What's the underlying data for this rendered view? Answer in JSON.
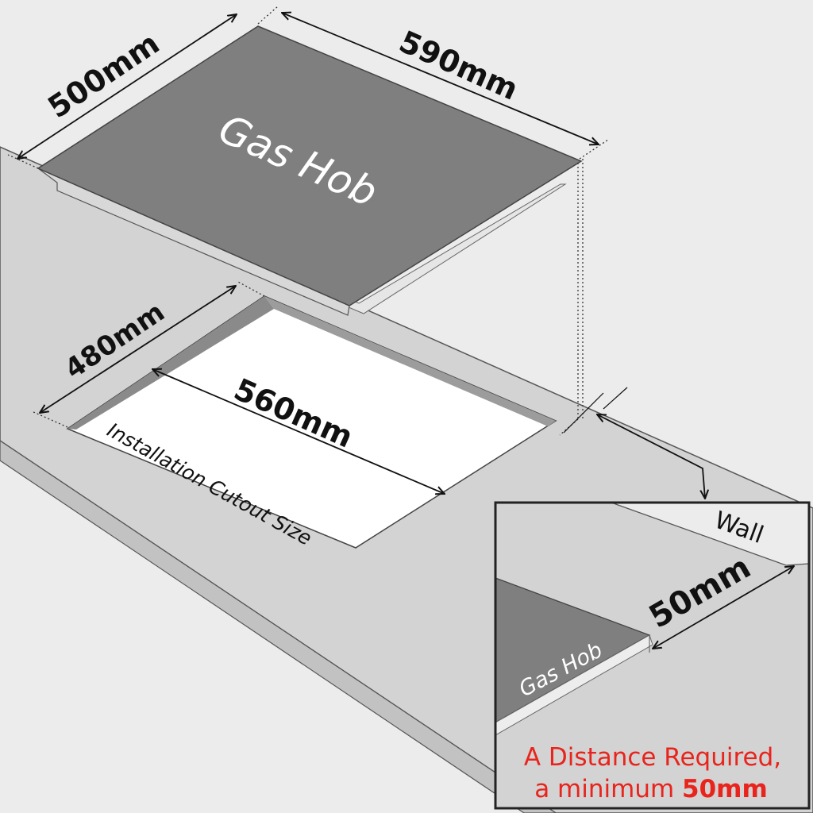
{
  "hob": {
    "label": "Gas Hob",
    "depth_label": "500mm",
    "width_label": "590mm",
    "color": "#7f7f7f"
  },
  "cutout": {
    "label": "Installation Cutout Size",
    "depth_label": "480mm",
    "width_label": "560mm"
  },
  "inset": {
    "wall_label": "Wall",
    "distance_label": "50mm",
    "hob_label": "Gas Hob",
    "note_line1": "A Distance Required,",
    "note_line2_prefix": "a minimum ",
    "note_line2_value": "50mm",
    "note_color": "#e8241c"
  },
  "colors": {
    "wall": "#ececec",
    "counter_top": "#d3d3d3",
    "counter_edge": "#c4c4c4",
    "line": "#111111"
  }
}
